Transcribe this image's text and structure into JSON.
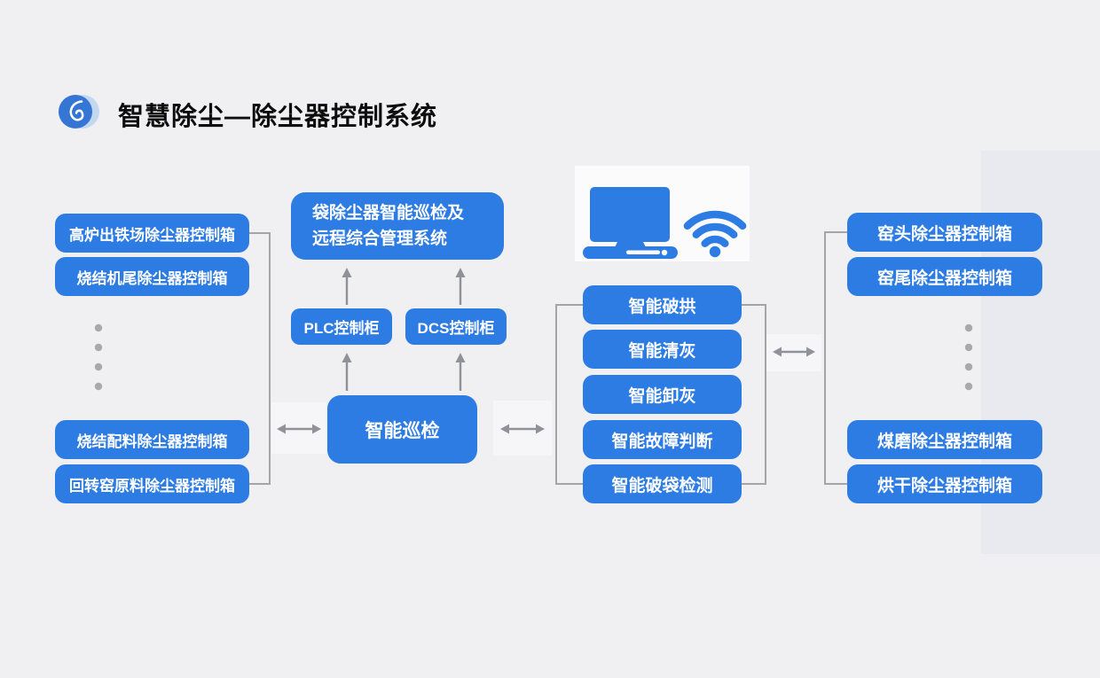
{
  "header": {
    "title": "智慧除尘—除尘器控制系统"
  },
  "left_group": {
    "boxes": [
      "高炉出铁场除尘器控制箱",
      "烧结机尾除尘器控制箱",
      "烧结配料除尘器控制箱",
      "回转窑原料除尘器控制箱"
    ]
  },
  "center": {
    "management_system_lines": [
      "袋除尘器智能巡检及",
      "远程综合管理系统"
    ],
    "plc": "PLC控制柜",
    "dcs": "DCS控制柜",
    "patrol": "智能巡检"
  },
  "middle_group": {
    "functions": [
      "智能破拱",
      "智能清灰",
      "智能卸灰",
      "智能故障判断",
      "智能破袋检测"
    ]
  },
  "right_group": {
    "boxes": [
      "窑头除尘器控制箱",
      "窑尾除尘器控制箱",
      "煤磨除尘器控制箱",
      "烘干除尘器控制箱"
    ]
  },
  "icons": {
    "logo": "swirl-logo-icon",
    "computer": "computer-monitor-icon",
    "wifi": "wifi-icon",
    "ellipsis_left": "vertical-dots",
    "ellipsis_right": "vertical-dots"
  },
  "colors": {
    "accent_blue": "#2d7ce3",
    "box_text": "#ffffff",
    "line_gray": "#a5a5a5",
    "arrow_gray": "#8f9399",
    "dot_gray": "#a9a9a9",
    "page_bg": "#f0eff1",
    "band_bg": "#e9e9f0",
    "panel_bg": "#fbfbfc",
    "arrow_block_bg": "#f6f6f8",
    "title_text": "#0d0d0d",
    "logo_light": "#c3d7f1",
    "logo_blue": "#3575d4"
  }
}
